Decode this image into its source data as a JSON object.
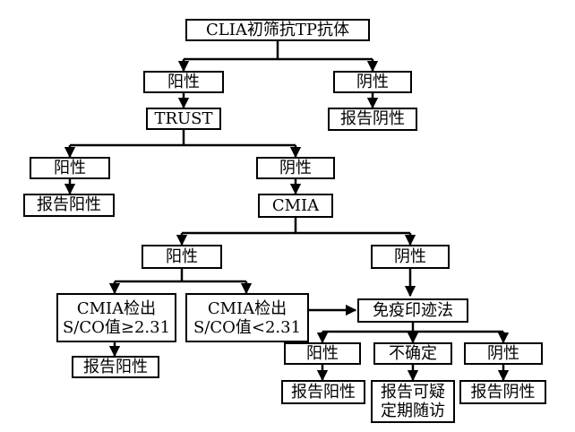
{
  "nodes": {
    "root": "CLIA初筛抗TP抗体",
    "pos1": "阳性",
    "neg1": "阴性",
    "trust": "TRUST",
    "report_neg1": "报告阴性",
    "pos2": "阳性",
    "neg2": "阴性",
    "report_pos1": "报告阳性",
    "cmia": "CMIA",
    "pos3": "阳性",
    "neg3": "阴性",
    "cmia_high_line1": "CMIA检出",
    "cmia_high_line2": "S/CO值≥2.31",
    "cmia_low_line1": "CMIA检出",
    "cmia_low_line2": "S/CO值<2.31",
    "immunoblot": "免疫印迹法",
    "report_pos2": "报告阳性",
    "blot_pos": "阳性",
    "blot_uncertain": "不确定",
    "blot_neg": "阴性",
    "report_pos3": "报告阳性",
    "followup_line1": "报告可疑",
    "followup_line2": "定期随访",
    "report_neg2": "报告阴性"
  }
}
